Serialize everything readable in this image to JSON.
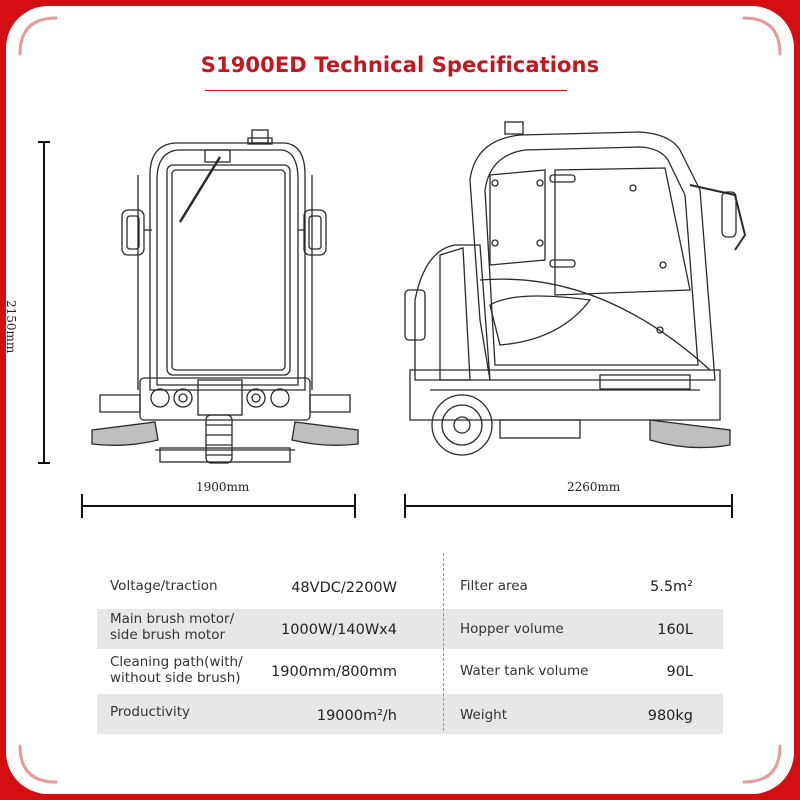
{
  "title": "S1900ED Technical Specifications",
  "dimensions": {
    "height": "2150mm",
    "width": "1900mm",
    "length": "2260mm"
  },
  "specs": [
    {
      "label": "Voltage/traction",
      "value": "48VDC/2200W",
      "label2": "Filter area",
      "value2": "5.5m²"
    },
    {
      "label": "Main brush motor/\nside brush motor",
      "value": "1000W/140Wx4",
      "label2": "Hopper volume",
      "value2": "160L"
    },
    {
      "label": "Cleaning path(with/\nwithout side brush)",
      "value": "1900mm/800mm",
      "label2": "Water tank volume",
      "value2": "90L"
    },
    {
      "label": "Productivity",
      "value": "19000m²/h",
      "label2": "Weight",
      "value2": "980kg"
    }
  ],
  "colors": {
    "border": "#d40f14",
    "title": "#c4161c",
    "row_shade": "#e7e7e7"
  }
}
